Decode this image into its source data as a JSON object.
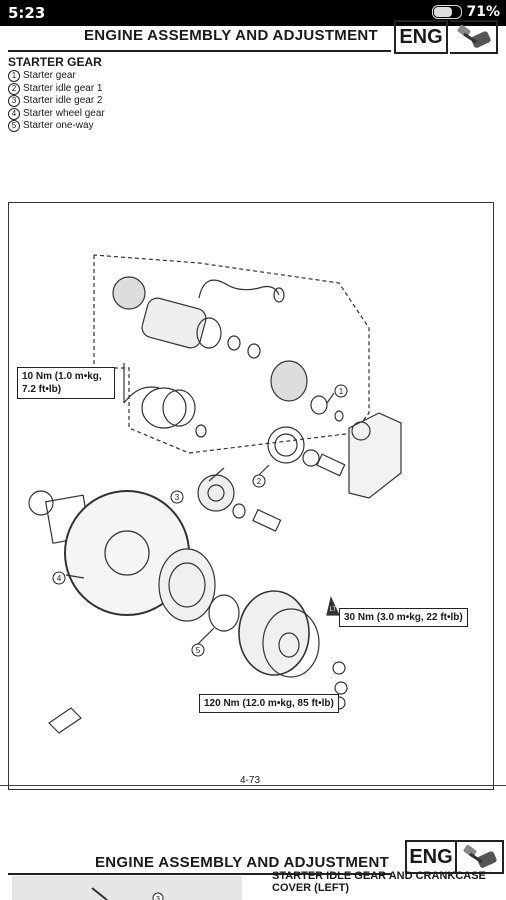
{
  "status_bar": {
    "time": "5:23",
    "battery": "71%",
    "battery_level": 0.71
  },
  "page1": {
    "header_title": "ENGINE ASSEMBLY AND ADJUSTMENT",
    "eng_label": "ENG",
    "section_title": "STARTER GEAR",
    "legend": [
      {
        "num": "1",
        "label": "Starter gear"
      },
      {
        "num": "2",
        "label": "Starter idle gear 1"
      },
      {
        "num": "3",
        "label": "Starter idle gear 2"
      },
      {
        "num": "4",
        "label": "Starter wheel gear"
      },
      {
        "num": "5",
        "label": "Starter one-way"
      }
    ],
    "callouts": {
      "torque1": "10 Nm (1.0 m•kg, 7.2 ft•lb)",
      "torque2": "30 Nm (3.0 m•kg, 22 ft•lb)",
      "torque3": "120 Nm (12.0 m•kg, 85 ft•lb)"
    },
    "diagram_marks": [
      "1",
      "2",
      "3",
      "4",
      "5",
      "LT"
    ],
    "page_number": "4-73"
  },
  "page2": {
    "header_title": "ENGINE ASSEMBLY AND ADJUSTMENT",
    "eng_label": "ENG",
    "subtitle": "STARTER IDLE GEAR AND CRANKCASE COVER (LEFT)",
    "thumb_mark": "3"
  }
}
